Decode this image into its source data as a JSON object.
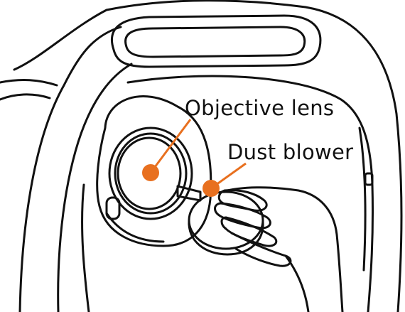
{
  "diagram": {
    "callouts": [
      {
        "id": "objective-lens",
        "label": "Objective lens"
      },
      {
        "id": "dust-blower",
        "label": "Dust blower"
      }
    ],
    "colors": {
      "line_art": "#111111",
      "marker": "#e8701f",
      "background": "#ffffff"
    }
  }
}
